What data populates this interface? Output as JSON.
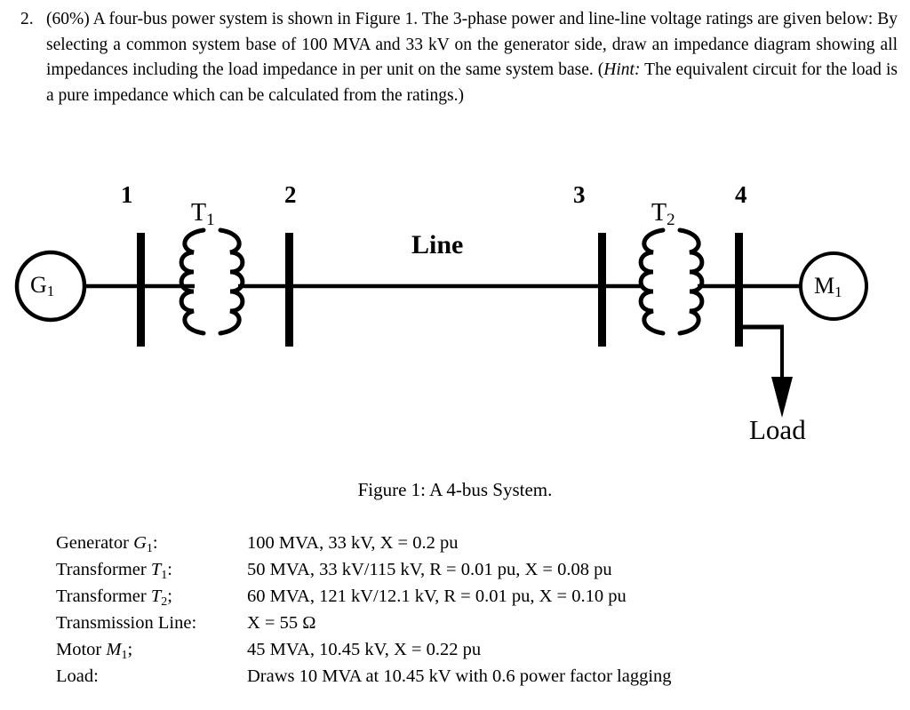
{
  "problem": {
    "number": "2.",
    "text": "(60%) A four-bus power system is shown in Figure 1. The 3-phase power and line-line voltage ratings are given below: By selecting a common system base of 100 MVA and 33 kV on the generator side, draw an impedance diagram showing all impedances including the load impedance in per unit on the same system base. (",
    "hint_label": "Hint:",
    "text_after_hint": " The equivalent circuit for the load is a pure impedance which can be calculated from the ratings.)"
  },
  "figure": {
    "caption": "Figure 1: A 4-bus System.",
    "bus_labels": [
      "1",
      "2",
      "3",
      "4"
    ],
    "generator_label": "G",
    "generator_sub": "1",
    "motor_label": "M",
    "motor_sub": "1",
    "transformer1_label": "T",
    "transformer1_sub": "1",
    "transformer2_label": "T",
    "transformer2_sub": "2",
    "line_label": "Line",
    "load_label": "Load",
    "stroke_color": "#000000",
    "background_color": "#ffffff"
  },
  "ratings": [
    {
      "label_text": "Generator ",
      "label_sym": "G",
      "label_sub": "1",
      "label_punct": ":",
      "value": "100 MVA, 33 kV, X = 0.2 pu",
      "value_parts": {
        "rating": "100 MVA, ",
        "voltage": "33 kV",
        "sep": ", ",
        "x_sym": "X",
        "x_val": " = 0.2 pu"
      }
    },
    {
      "label_text": "Transformer ",
      "label_sym": "T",
      "label_sub": "1",
      "label_punct": ":",
      "value": "50 MVA, 33 kV/115 kV, R = 0.01 pu, X = 0.08 pu"
    },
    {
      "label_text": "Transformer ",
      "label_sym": "T",
      "label_sub": "2",
      "label_punct": ";",
      "value": "60 MVA, 121 kV/12.1 kV, R = 0.01 pu, X = 0.10 pu"
    },
    {
      "label_text": "Transmission Line:",
      "label_sym": "",
      "label_sub": "",
      "label_punct": "",
      "value": "X = 55 Ω"
    },
    {
      "label_text": "Motor ",
      "label_sym": "M",
      "label_sub": "1",
      "label_punct": ";",
      "value": "45 MVA, 10.45 kV, X = 0.22 pu"
    },
    {
      "label_text": "Load:",
      "label_sym": "",
      "label_sub": "",
      "label_punct": "",
      "value": "Draws 10 MVA at 10.45 kV with 0.6 power factor lagging"
    }
  ]
}
